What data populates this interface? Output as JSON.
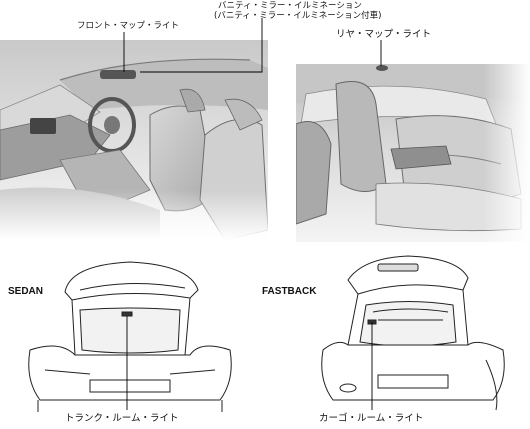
{
  "labels": {
    "front_map_light": "フロント・マップ・ライト",
    "vanity_mirror_line1": "バニティ・ミラー・イルミネーション",
    "vanity_mirror_line2": "(バニティ・ミラー・イルミネーション付車)",
    "rear_map_light": "リヤ・マップ・ライト",
    "trunk_room_light": "トランク・ルーム・ライト",
    "cargo_room_light": "カーゴ・ルーム・ライト"
  },
  "headings": {
    "sedan": "SEDAN",
    "fastback": "FASTBACK"
  },
  "icons": [
    "front-interior-illustration",
    "rear-interior-illustration",
    "sedan-trunk-illustration",
    "fastback-cargo-illustration"
  ]
}
